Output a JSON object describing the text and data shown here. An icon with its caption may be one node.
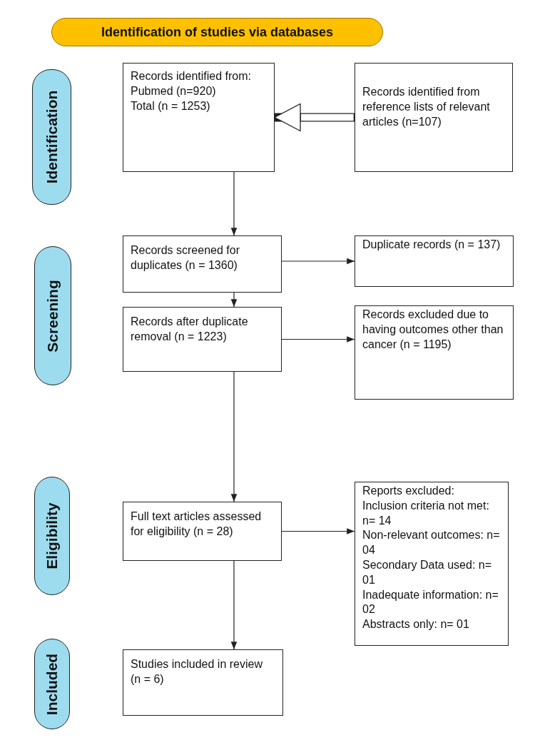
{
  "diagram": {
    "nodes": [
      {
        "text": [
          "Identification of studies via databases"
        ]
      },
      {
        "text": [
          "Identification"
        ]
      },
      {
        "text": [
          "Records identified from:",
          "Pubmed (n=920)",
          "Total (n = 1253)"
        ]
      },
      {
        "text": [
          "Records identified from reference lists of relevant articles (n=107)"
        ]
      },
      {
        "text": [
          "Screening"
        ]
      },
      {
        "text": [
          "Records screened for duplicates (n = 1360)"
        ]
      },
      {
        "text": [
          "Duplicate records (n = 137)"
        ]
      },
      {
        "text": [
          "Records after duplicate removal (n = 1223)"
        ]
      },
      {
        "text": [
          "Records excluded due to having outcomes other than cancer (n = 1195)"
        ]
      },
      {
        "text": [
          "Eligibility"
        ]
      },
      {
        "text": [
          "Full text articles assessed for eligibility (n = 28)"
        ]
      },
      {
        "text": [
          "Reports excluded:",
          "Inclusion criteria not met: n= 14",
          "Non-relevant outcomes: n= 04",
          "Secondary Data used: n= 01",
          "Inadequate information: n= 02",
          "Abstracts only: n= 01"
        ]
      },
      {
        "text": [
          "Included"
        ]
      },
      {
        "text": [
          "Studies included in review (n = 6)"
        ]
      }
    ],
    "edges": [
      {
        "from": 3,
        "to": 2,
        "arrow": "to",
        "style": "thick"
      },
      {
        "from": 2,
        "to": 5,
        "arrow": "to"
      },
      {
        "from": 5,
        "to": 6,
        "arrow": "to"
      },
      {
        "from": 5,
        "to": 7,
        "arrow": "to"
      },
      {
        "from": 7,
        "to": 8,
        "arrow": "to"
      },
      {
        "from": 7,
        "to": 10,
        "arrow": "to"
      },
      {
        "from": 10,
        "to": 11,
        "arrow": "to"
      },
      {
        "from": 10,
        "to": 13,
        "arrow": "to"
      }
    ]
  }
}
